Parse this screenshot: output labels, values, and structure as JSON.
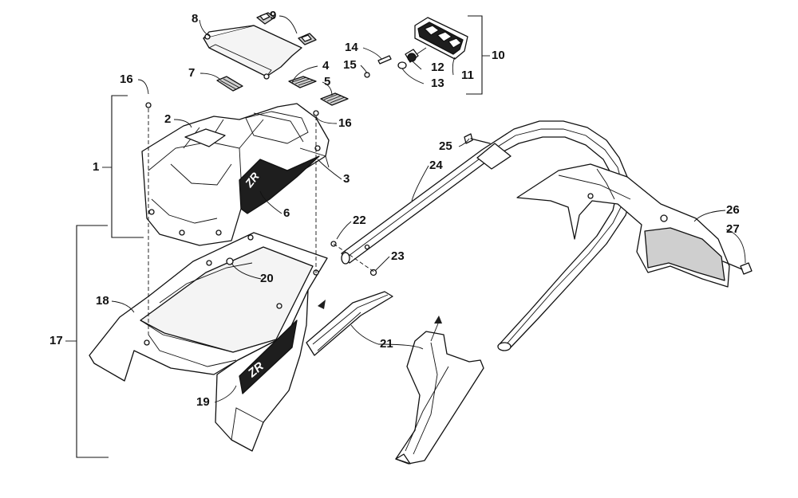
{
  "diagram": {
    "callouts": [
      {
        "id": "1",
        "text": "1"
      },
      {
        "id": "2",
        "text": "2"
      },
      {
        "id": "3",
        "text": "3"
      },
      {
        "id": "4",
        "text": "4"
      },
      {
        "id": "5",
        "text": "5"
      },
      {
        "id": "6",
        "text": "6"
      },
      {
        "id": "7",
        "text": "7"
      },
      {
        "id": "8",
        "text": "8"
      },
      {
        "id": "9",
        "text": "9"
      },
      {
        "id": "10",
        "text": "10"
      },
      {
        "id": "11",
        "text": "11"
      },
      {
        "id": "12",
        "text": "12"
      },
      {
        "id": "13",
        "text": "13"
      },
      {
        "id": "14",
        "text": "14"
      },
      {
        "id": "15",
        "text": "15"
      },
      {
        "id": "16a",
        "text": "16"
      },
      {
        "id": "16b",
        "text": "16"
      },
      {
        "id": "17",
        "text": "17"
      },
      {
        "id": "18",
        "text": "18"
      },
      {
        "id": "19",
        "text": "19"
      },
      {
        "id": "20",
        "text": "20"
      },
      {
        "id": "21",
        "text": "21"
      },
      {
        "id": "22",
        "text": "22"
      },
      {
        "id": "23",
        "text": "23"
      },
      {
        "id": "24",
        "text": "24"
      },
      {
        "id": "25",
        "text": "25"
      },
      {
        "id": "26",
        "text": "26"
      },
      {
        "id": "27",
        "text": "27"
      }
    ],
    "decals": {
      "hood_logo": "ZR",
      "side_logo": "ZR"
    }
  }
}
